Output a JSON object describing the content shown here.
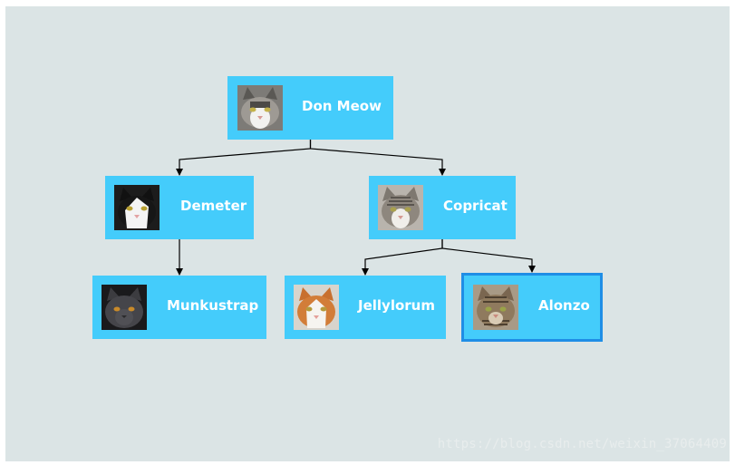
{
  "nodes": {
    "don_meow": {
      "name": "Don Meow",
      "avatar": "tabby-white-cat-icon"
    },
    "demeter": {
      "name": "Demeter",
      "avatar": "black-white-cat-icon"
    },
    "copricat": {
      "name": "Copricat",
      "avatar": "grey-tabby-white-cat-icon"
    },
    "munkustrap": {
      "name": "Munkustrap",
      "avatar": "grey-cat-icon"
    },
    "jellylorum": {
      "name": "Jellylorum",
      "avatar": "orange-white-cat-icon"
    },
    "alonzo": {
      "name": "Alonzo",
      "avatar": "brown-tabby-cat-icon",
      "selected": true
    }
  },
  "edges": [
    [
      "don_meow",
      "demeter"
    ],
    [
      "don_meow",
      "copricat"
    ],
    [
      "demeter",
      "munkustrap"
    ],
    [
      "copricat",
      "jellylorum"
    ],
    [
      "copricat",
      "alonzo"
    ]
  ],
  "colors": {
    "background": "#dbe4e5",
    "node_fill": "#44ccfb",
    "selected_border": "#1f8ee6",
    "label": "#ffffff",
    "edge": "#000000"
  },
  "watermark": "https://blog.csdn.net/weixin_37064409"
}
